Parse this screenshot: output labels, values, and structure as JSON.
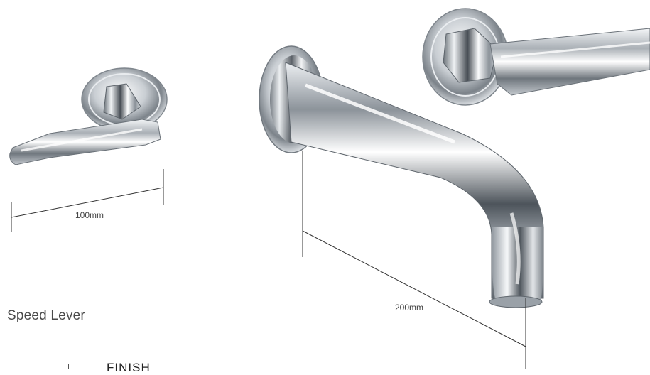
{
  "product": {
    "name": "Speed Lever"
  },
  "dimensions": {
    "handle_width": "100mm",
    "spout_length": "200mm"
  },
  "section": {
    "heading": "FINISH"
  },
  "colors": {
    "chrome_dark": "#3a3f45",
    "chrome_light": "#f4f6f8",
    "line": "#333333"
  }
}
